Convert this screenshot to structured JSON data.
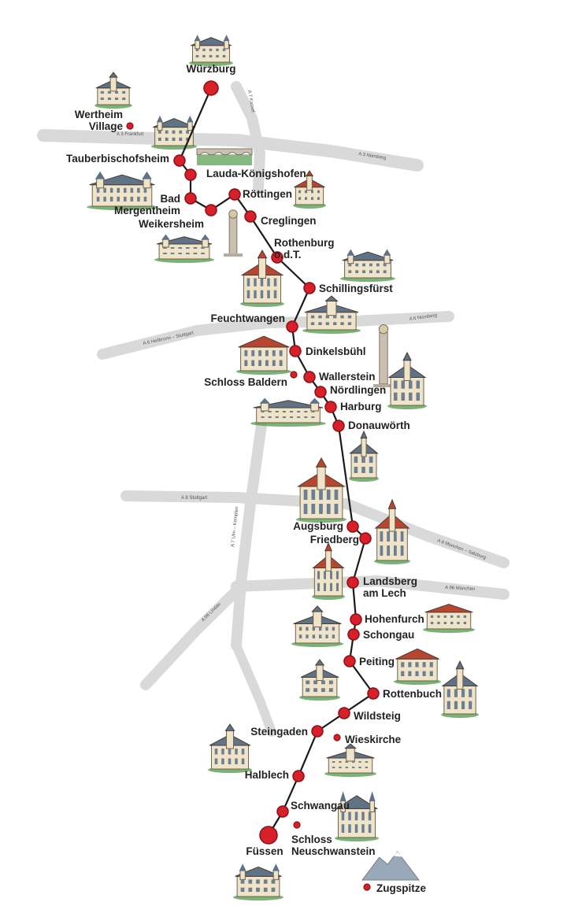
{
  "colors": {
    "route": "#1a1a1a",
    "stop_fill": "#d8202a",
    "stop_stroke": "#8a1015",
    "highway": "#d9d9d9",
    "label": "#222222"
  },
  "highways": [
    {
      "id": "a3-frankfurt",
      "label": "A 3 Frankfurt"
    },
    {
      "id": "a3-nurnberg",
      "label": "A 3 Nürnberg"
    },
    {
      "id": "a7-kassel",
      "label": "A 7 Kassel"
    },
    {
      "id": "a6-heilbronn-stuttgart",
      "label": "A 6 Heilbronn – Stuttgart"
    },
    {
      "id": "a6-nurnberg",
      "label": "A 6 Nürnberg"
    },
    {
      "id": "a8-stuttgart",
      "label": "A 8 Stuttgart"
    },
    {
      "id": "a8-munchen-salzburg",
      "label": "A 8 München – Salzburg"
    },
    {
      "id": "a7-ulm-kempten",
      "label": "A 7 Ulm – Kempten"
    },
    {
      "id": "a96-munchen",
      "label": "A 96 München"
    },
    {
      "id": "a96-lindau",
      "label": "A 96 Lindau"
    }
  ],
  "stops": [
    {
      "id": "wurzburg",
      "label": "Würzburg",
      "kind": "endpoint"
    },
    {
      "id": "tauberbischofsheim",
      "label": "Tauberbischofsheim",
      "kind": "stop"
    },
    {
      "id": "lauda",
      "label": "Lauda-Königshofen",
      "kind": "stop"
    },
    {
      "id": "bad-mergentheim",
      "label": [
        "Bad",
        "Mergentheim"
      ],
      "kind": "stop"
    },
    {
      "id": "weikersheim",
      "label": "Weikersheim",
      "kind": "stop"
    },
    {
      "id": "rottingen",
      "label": "Röttingen",
      "kind": "stop"
    },
    {
      "id": "creglingen",
      "label": "Creglingen",
      "kind": "stop"
    },
    {
      "id": "rothenburg",
      "label": [
        "Rothenburg",
        "o.d.T."
      ],
      "kind": "stop"
    },
    {
      "id": "schillingsfurst",
      "label": "Schillingsfürst",
      "kind": "stop"
    },
    {
      "id": "feuchtwangen",
      "label": "Feuchtwangen",
      "kind": "stop"
    },
    {
      "id": "dinkelsbuhl",
      "label": "Dinkelsbühl",
      "kind": "stop"
    },
    {
      "id": "wallerstein",
      "label": "Wallerstein",
      "kind": "stop"
    },
    {
      "id": "nordlingen",
      "label": "Nördlingen",
      "kind": "stop"
    },
    {
      "id": "harburg",
      "label": "Harburg",
      "kind": "stop"
    },
    {
      "id": "donauworth",
      "label": "Donauwörth",
      "kind": "stop"
    },
    {
      "id": "augsburg",
      "label": "Augsburg",
      "kind": "stop"
    },
    {
      "id": "friedberg",
      "label": "Friedberg",
      "kind": "stop"
    },
    {
      "id": "landsberg",
      "label": [
        "Landsberg",
        "am Lech"
      ],
      "kind": "stop"
    },
    {
      "id": "hohenfurch",
      "label": "Hohenfurch",
      "kind": "stop"
    },
    {
      "id": "schongau",
      "label": "Schongau",
      "kind": "stop"
    },
    {
      "id": "peiting",
      "label": "Peiting",
      "kind": "stop"
    },
    {
      "id": "rottenbuch",
      "label": "Rottenbuch",
      "kind": "stop"
    },
    {
      "id": "wildsteig",
      "label": "Wildsteig",
      "kind": "stop"
    },
    {
      "id": "steingaden",
      "label": "Steingaden",
      "kind": "stop"
    },
    {
      "id": "halblech",
      "label": "Halblech",
      "kind": "stop"
    },
    {
      "id": "schwangau",
      "label": "Schwangau",
      "kind": "stop"
    },
    {
      "id": "fussen",
      "label": "Füssen",
      "kind": "endpoint"
    }
  ],
  "side_points": [
    {
      "id": "wertheim",
      "label": [
        "Wertheim",
        "Village"
      ]
    },
    {
      "id": "schloss-baldern",
      "label": "Schloss Baldern"
    },
    {
      "id": "wieskirche",
      "label": "Wieskirche"
    },
    {
      "id": "neuschwanstein",
      "label": [
        "Schloss",
        "Neuschwanstein"
      ]
    },
    {
      "id": "zugspitze",
      "label": "Zugspitze"
    }
  ],
  "illustrations": [
    {
      "id": "wurzburg-palace",
      "icon": "palace-icon"
    },
    {
      "id": "wertheim-abbey",
      "icon": "church-icon"
    },
    {
      "id": "wertheim-castle",
      "icon": "castle-icon"
    },
    {
      "id": "lauda-bridge",
      "icon": "bridge-icon"
    },
    {
      "id": "mergentheim-castle",
      "icon": "castle-icon"
    },
    {
      "id": "rottingen-hall",
      "icon": "townhall-icon"
    },
    {
      "id": "creglingen-altar",
      "icon": "altar-icon"
    },
    {
      "id": "weikersheim-palace",
      "icon": "palace-icon"
    },
    {
      "id": "rothenburg-gate",
      "icon": "tower-icon"
    },
    {
      "id": "schillingsfurst-castle",
      "icon": "castle-icon"
    },
    {
      "id": "feuchtwangen-church",
      "icon": "church-icon"
    },
    {
      "id": "dinkelsbuhl-house",
      "icon": "house-icon"
    },
    {
      "id": "wallerstein-column",
      "icon": "column-icon"
    },
    {
      "id": "nordlingen-church",
      "icon": "church-icon"
    },
    {
      "id": "harburg-castle",
      "icon": "castle-icon"
    },
    {
      "id": "donauworth-church",
      "icon": "church-icon"
    },
    {
      "id": "augsburg-townhall",
      "icon": "townhall-icon"
    },
    {
      "id": "friedberg-hall",
      "icon": "townhall-icon"
    },
    {
      "id": "landsberg-tower",
      "icon": "tower-icon"
    },
    {
      "id": "hohenfurch-chapel",
      "icon": "chapel-icon"
    },
    {
      "id": "schongau-church",
      "icon": "church-icon"
    },
    {
      "id": "peiting-church",
      "icon": "church-icon"
    },
    {
      "id": "peiting-village",
      "icon": "village-icon"
    },
    {
      "id": "rottenbuch-church",
      "icon": "church-icon"
    },
    {
      "id": "wieskirche-church",
      "icon": "church-icon"
    },
    {
      "id": "steingaden-church",
      "icon": "church-icon"
    },
    {
      "id": "neuschwanstein-castle",
      "icon": "castle-icon"
    },
    {
      "id": "zugspitze-mountain",
      "icon": "mountain-icon"
    },
    {
      "id": "fussen-castle",
      "icon": "castle-icon"
    }
  ]
}
